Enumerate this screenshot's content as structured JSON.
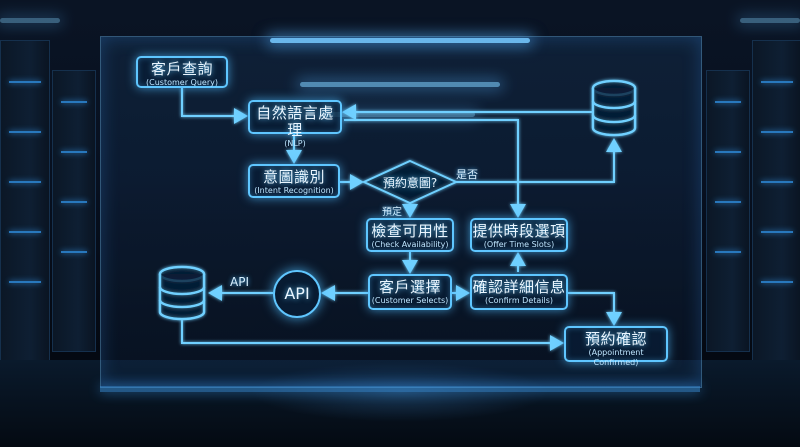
{
  "nodes": {
    "customer_query": {
      "zh": "客戶查詢",
      "en": "(Customer Query)"
    },
    "nlp": {
      "zh": "自然語言處理",
      "en": "(NLP)"
    },
    "intent": {
      "zh": "意圖識別",
      "en": "(Intent Recognition)"
    },
    "decision": {
      "zh": "預約意圖?"
    },
    "check": {
      "zh": "檢查可用性",
      "en": "(Check Availability)"
    },
    "offer": {
      "zh": "提供時段選項",
      "en": "(Offer Time Slots)"
    },
    "select": {
      "zh": "客戶選擇",
      "en": "(Customer Selects)"
    },
    "confirm_details": {
      "zh": "確認詳細信息",
      "en": "(Confirm Details)"
    },
    "appointment": {
      "zh": "預約確認",
      "en": "(Appointment Confirmed)"
    },
    "api": {
      "label": "API"
    }
  },
  "edge_labels": {
    "yes": "預定",
    "yes_no": "是否",
    "api": "API"
  },
  "icons": {
    "database_top": "database-icon",
    "database_left": "database-icon"
  },
  "colors": {
    "accent": "#5fc6ff",
    "background": "#050b16"
  }
}
